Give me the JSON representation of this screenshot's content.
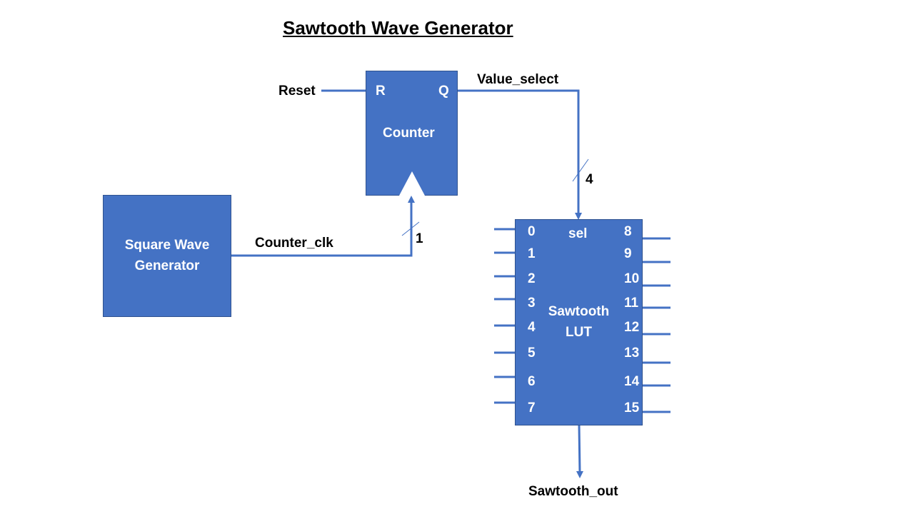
{
  "title": "Sawtooth Wave Generator",
  "colors": {
    "block_fill": "#4472c4",
    "wire": "#4472c4",
    "block_text": "#ffffff",
    "label_text": "#000000"
  },
  "blocks": {
    "counter": {
      "label": "Counter",
      "reset_pin": "R",
      "output_pin": "Q"
    },
    "square_wave": {
      "label_line1": "Square Wave",
      "label_line2": "Generator"
    },
    "lut": {
      "label_line1": "Sawtooth",
      "label_line2": "LUT",
      "select_pin": "sel",
      "left_pins": [
        "0",
        "1",
        "2",
        "3",
        "4",
        "5",
        "6",
        "7"
      ],
      "right_pins": [
        "8",
        "9",
        "10",
        "11",
        "12",
        "13",
        "14",
        "15"
      ]
    }
  },
  "signals": {
    "reset": "Reset",
    "value_select": "Value_select",
    "value_select_width": "4",
    "counter_clk": "Counter_clk",
    "counter_clk_width": "1",
    "output": "Sawtooth_out"
  }
}
